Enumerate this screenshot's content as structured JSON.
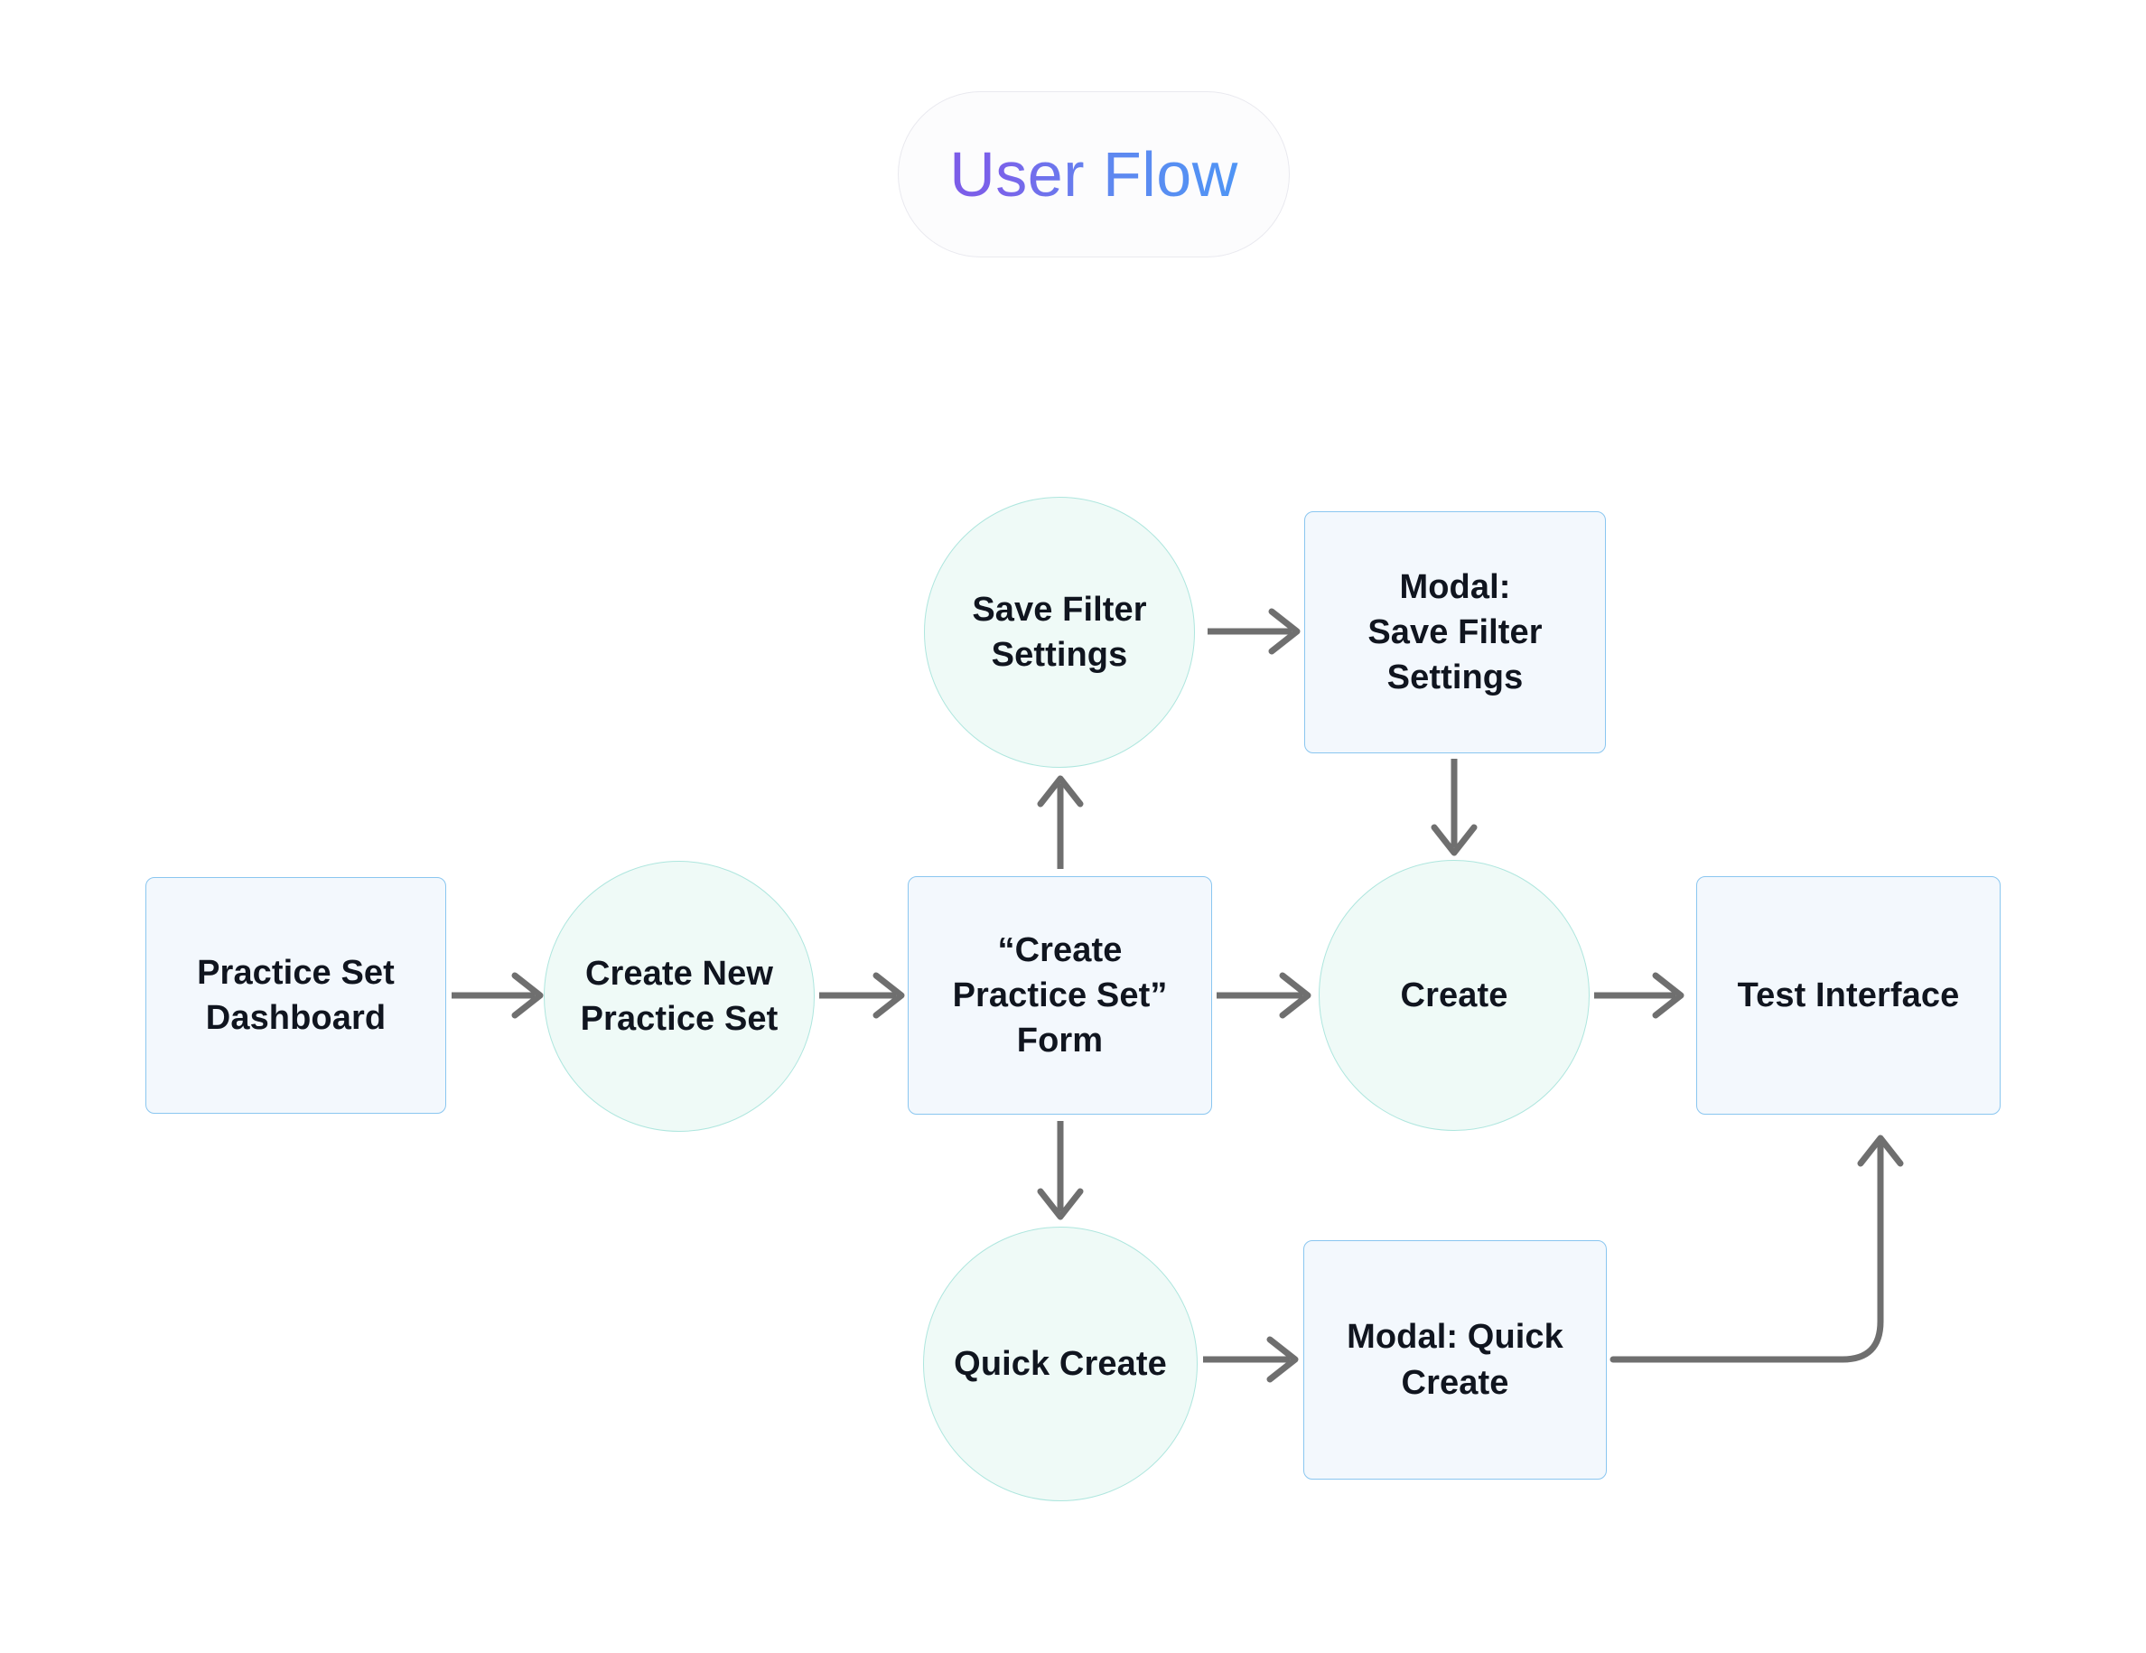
{
  "title": {
    "text": "User Flow",
    "gradient_from": "#7c5ce8",
    "gradient_to": "#4f95f5",
    "pill_background": "#fcfcfd",
    "pill_border": "#e9e9ef"
  },
  "theme": {
    "canvas_background": "#ffffff",
    "rect_fill": "#f3f8fd",
    "rect_border": "#8ac6f0",
    "circle_fill": "#effaf7",
    "circle_border": "#aee6de",
    "edge_color": "#6f6f6f",
    "label_color": "#10151f"
  },
  "diagram": {
    "type": "flowchart",
    "nodes": [
      {
        "id": "practice-set-dashboard",
        "label": "Practice Set\nDashboard",
        "shape": "rect"
      },
      {
        "id": "create-new-practice-set",
        "label": "Create New\nPractice Set",
        "shape": "circle"
      },
      {
        "id": "create-practice-set-form",
        "label": "“Create\nPractice Set”\nForm",
        "shape": "rect"
      },
      {
        "id": "save-filter-settings",
        "label": "Save Filter\nSettings",
        "shape": "circle"
      },
      {
        "id": "modal-save-filter-settings",
        "label": "Modal:\nSave Filter\nSettings",
        "shape": "rect"
      },
      {
        "id": "create",
        "label": "Create",
        "shape": "circle"
      },
      {
        "id": "test-interface",
        "label": "Test Interface",
        "shape": "rect"
      },
      {
        "id": "quick-create",
        "label": "Quick Create",
        "shape": "circle"
      },
      {
        "id": "modal-quick-create",
        "label": "Modal: Quick\nCreate",
        "shape": "rect"
      }
    ],
    "edges": [
      {
        "from": "practice-set-dashboard",
        "to": "create-new-practice-set",
        "style": "straight-right"
      },
      {
        "from": "create-new-practice-set",
        "to": "create-practice-set-form",
        "style": "straight-right"
      },
      {
        "from": "create-practice-set-form",
        "to": "save-filter-settings",
        "style": "straight-up"
      },
      {
        "from": "save-filter-settings",
        "to": "modal-save-filter-settings",
        "style": "straight-right"
      },
      {
        "from": "modal-save-filter-settings",
        "to": "create",
        "style": "straight-down"
      },
      {
        "from": "create-practice-set-form",
        "to": "create",
        "style": "straight-right"
      },
      {
        "from": "create",
        "to": "test-interface",
        "style": "straight-right"
      },
      {
        "from": "create-practice-set-form",
        "to": "quick-create",
        "style": "straight-down"
      },
      {
        "from": "quick-create",
        "to": "modal-quick-create",
        "style": "straight-right"
      },
      {
        "from": "modal-quick-create",
        "to": "test-interface",
        "style": "elbow-right-up"
      }
    ]
  }
}
